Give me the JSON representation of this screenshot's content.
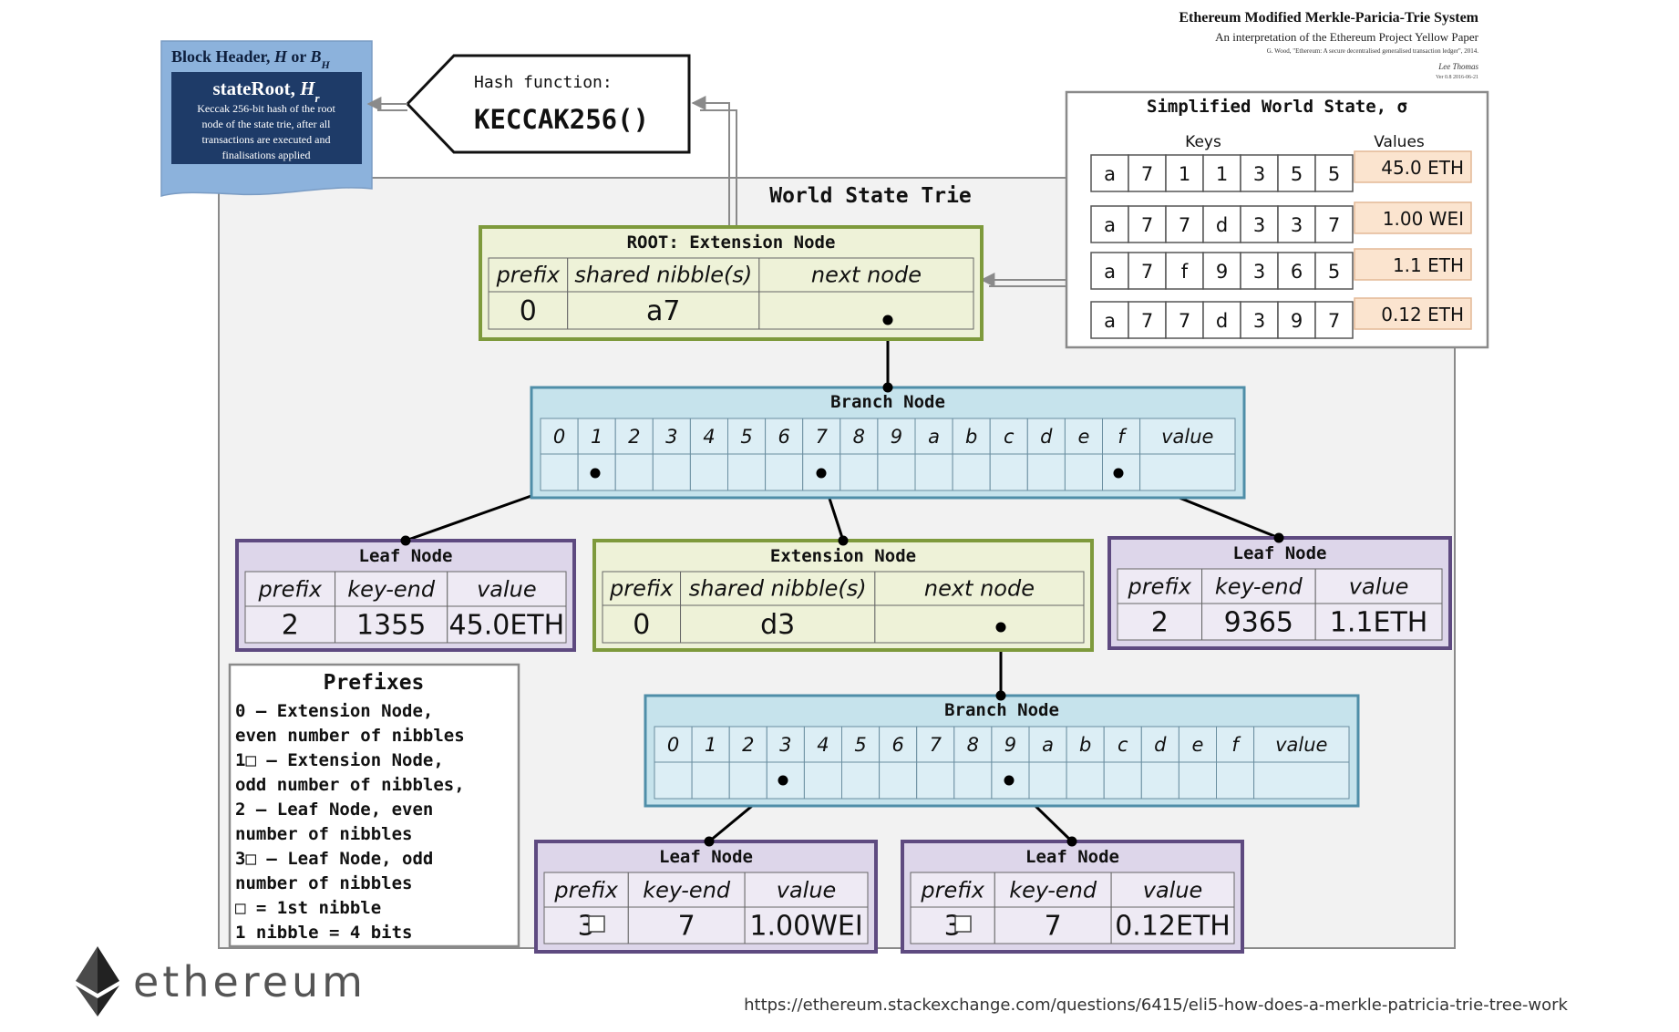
{
  "colors": {
    "green_fill": "#eef2d8",
    "green_header": "#dbe4b4",
    "green_border": "#7e9a3c",
    "blue_fill": "#c6e3ec",
    "blue_cell": "#dceef5",
    "blue_border": "#4f8ea8",
    "purple_fill": "#ddd6ea",
    "purple_cell": "#eeeaf4",
    "purple_border": "#5e4a80",
    "panel_fill": "#f2f2f2",
    "panel_border": "#8a8a8a",
    "header_blue": "#8cb2dc",
    "header_dark": "#1e3b68",
    "value_fill": "#fbe4cf",
    "value_border": "#e3b896"
  },
  "credit": {
    "title": "Ethereum Modified Merkle-Paricia-Trie System",
    "subtitle": "An interpretation of the Ethereum Project Yellow Paper",
    "citation": "G. Wood, \"Ethereum: A secure decentralised generalised transaction ledger\", 2014.",
    "author": "Lee Thomas",
    "version": "Ver 0.8 2016-06-21"
  },
  "block_header": {
    "title_a": "Block Header, ",
    "title_h": "H",
    "title_or": " or ",
    "title_bh": "B",
    "title_bh_sub": "H",
    "stateroot_a": "stateRoot, ",
    "stateroot_h": "H",
    "stateroot_sub": "r",
    "desc": [
      "Keccak 256-bit hash of the root",
      "node of the state trie, after all",
      "transactions are executed and",
      "finalisations applied"
    ]
  },
  "hash_function": {
    "label": "Hash function:",
    "name": "KECCAK256()"
  },
  "world_state": {
    "title": "Simplified World State, σ",
    "keys_label": "Keys",
    "values_label": "Values",
    "rows": [
      {
        "key": [
          "a",
          "7",
          "1",
          "1",
          "3",
          "5",
          "5"
        ],
        "value": "45.0 ETH"
      },
      {
        "key": [
          "a",
          "7",
          "7",
          "d",
          "3",
          "3",
          "7"
        ],
        "value": "1.00 WEI"
      },
      {
        "key": [
          "a",
          "7",
          "f",
          "9",
          "3",
          "6",
          "5"
        ],
        "value": "1.1 ETH"
      },
      {
        "key": [
          "a",
          "7",
          "7",
          "d",
          "3",
          "9",
          "7"
        ],
        "value": "0.12 ETH"
      }
    ]
  },
  "trie_title": "World State Trie",
  "root_node": {
    "title": "ROOT: Extension Node",
    "headers": [
      "prefix",
      "shared nibble(s)",
      "next node"
    ],
    "values": [
      "0",
      "a7",
      ""
    ]
  },
  "branch_headers": [
    "0",
    "1",
    "2",
    "3",
    "4",
    "5",
    "6",
    "7",
    "8",
    "9",
    "a",
    "b",
    "c",
    "d",
    "e",
    "f",
    "value"
  ],
  "branch1": {
    "title": "Branch Node"
  },
  "branch2": {
    "title": "Branch Node"
  },
  "leaf_left": {
    "title": "Leaf Node",
    "headers": [
      "prefix",
      "key-end",
      "value"
    ],
    "values": [
      "2",
      "1355",
      "45.0ETH"
    ]
  },
  "ext_mid": {
    "title": "Extension Node",
    "headers": [
      "prefix",
      "shared nibble(s)",
      "next node"
    ],
    "values": [
      "0",
      "d3",
      ""
    ]
  },
  "leaf_right": {
    "title": "Leaf Node",
    "headers": [
      "prefix",
      "key-end",
      "value"
    ],
    "values": [
      "2",
      "9365",
      "1.1ETH"
    ]
  },
  "leaf_bl": {
    "title": "Leaf Node",
    "headers": [
      "prefix",
      "key-end",
      "value"
    ],
    "values": [
      "3",
      "7",
      "1.00WEI"
    ]
  },
  "leaf_br": {
    "title": "Leaf Node",
    "headers": [
      "prefix",
      "key-end",
      "value"
    ],
    "values": [
      "3",
      "7",
      "0.12ETH"
    ]
  },
  "prefixes": {
    "title": "Prefixes",
    "lines": [
      "0 – Extension Node,",
      "even number of nibbles",
      "1□ – Extension Node,",
      "odd number of nibbles,",
      "2 – Leaf Node, even",
      "number of nibbles",
      "3□ – Leaf Node, odd",
      "number of nibbles",
      "□ = 1st nibble",
      "1 nibble = 4 bits"
    ]
  },
  "logo": {
    "text": "ethereum"
  },
  "source_url": "https://ethereum.stackexchange.com/questions/6415/eli5-how-does-a-merkle-patricia-trie-tree-work"
}
